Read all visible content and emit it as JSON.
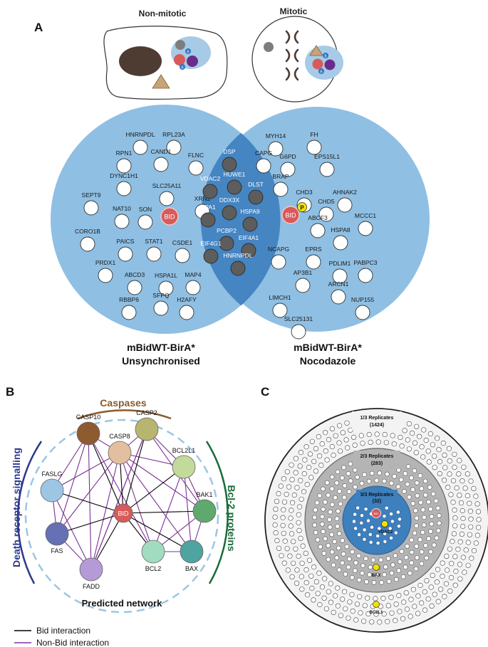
{
  "panel_a": {
    "label": "A",
    "non_mitotic_title": "Non-mitotic",
    "mitotic_title": "Mitotic",
    "cell_marker_letter": "B",
    "venn": {
      "left_caption_line1": "mBidWT-BirA*",
      "left_caption_line2": "Unsynchronised",
      "right_caption_line1": "mBidWT-BirA*",
      "right_caption_line2": "Nocodazole",
      "bid_label": "BID",
      "phospho_label": "P",
      "left_only": [
        "HNRNPDL",
        "RPL23A",
        "RPN1",
        "CAND1",
        "FLNC",
        "DYNC1H1",
        "SEPT9",
        "SLC25A11",
        "XRN2",
        "NAT10",
        "SON",
        "CORO1B",
        "PAICS",
        "STAT1",
        "CSDE1",
        "PRDX1",
        "ABCD3",
        "HSPA1L",
        "MAP4",
        "SFPQ",
        "RBBP6",
        "H2AFY"
      ],
      "shared": [
        "DSP",
        "VDAC2",
        "HUWE1",
        "DLST",
        "DDX3X",
        "RPA1",
        "HSPA9",
        "PCBP2",
        "EIF4A1",
        "EIF4G1",
        "HNRNPDL"
      ],
      "right_only": [
        "MYH14",
        "FH",
        "CAPG",
        "G6PD",
        "EPS15L1",
        "BRAP",
        "CHD3",
        "AHNAK2",
        "CHD5",
        "ABCF3",
        "MCCC1",
        "HSPA8",
        "NCAPG",
        "EPRS",
        "PDLIM1",
        "PABPC3",
        "AP3B1",
        "ARCN1",
        "NUP155",
        "LIMCH1",
        "SLC25131"
      ]
    }
  },
  "panel_b": {
    "label": "B",
    "group_caspases": "Caspases",
    "group_death_receptor": "Death receptor signalling",
    "group_bcl2": "Bcl-2 proteins",
    "caption": "Predicted network",
    "nodes": [
      "CASP10",
      "CASP2",
      "CASP8",
      "BCL2L1",
      "FASLG",
      "BID",
      "BAK1",
      "FAS",
      "BCL2",
      "BAX",
      "FADD"
    ],
    "legend_bid": "Bid interaction",
    "legend_non_bid": "Non-Bid interaction",
    "colors": {
      "bid_edge": "#000000",
      "non_bid_edge": "#7b3294"
    }
  },
  "panel_c": {
    "label": "C",
    "ring_outer": "1/3 Replicates",
    "ring_outer_count": "(1424)",
    "ring_middle": "2/3 Replicates",
    "ring_middle_count": "(283)",
    "ring_inner": "3/3 Replicates",
    "ring_inner_count": "(32)",
    "center_label": "BID",
    "highlight_vdac2": "VDAC2",
    "highlight_bax": "BAX",
    "highlight_bcl2l1": "BC2L1"
  }
}
